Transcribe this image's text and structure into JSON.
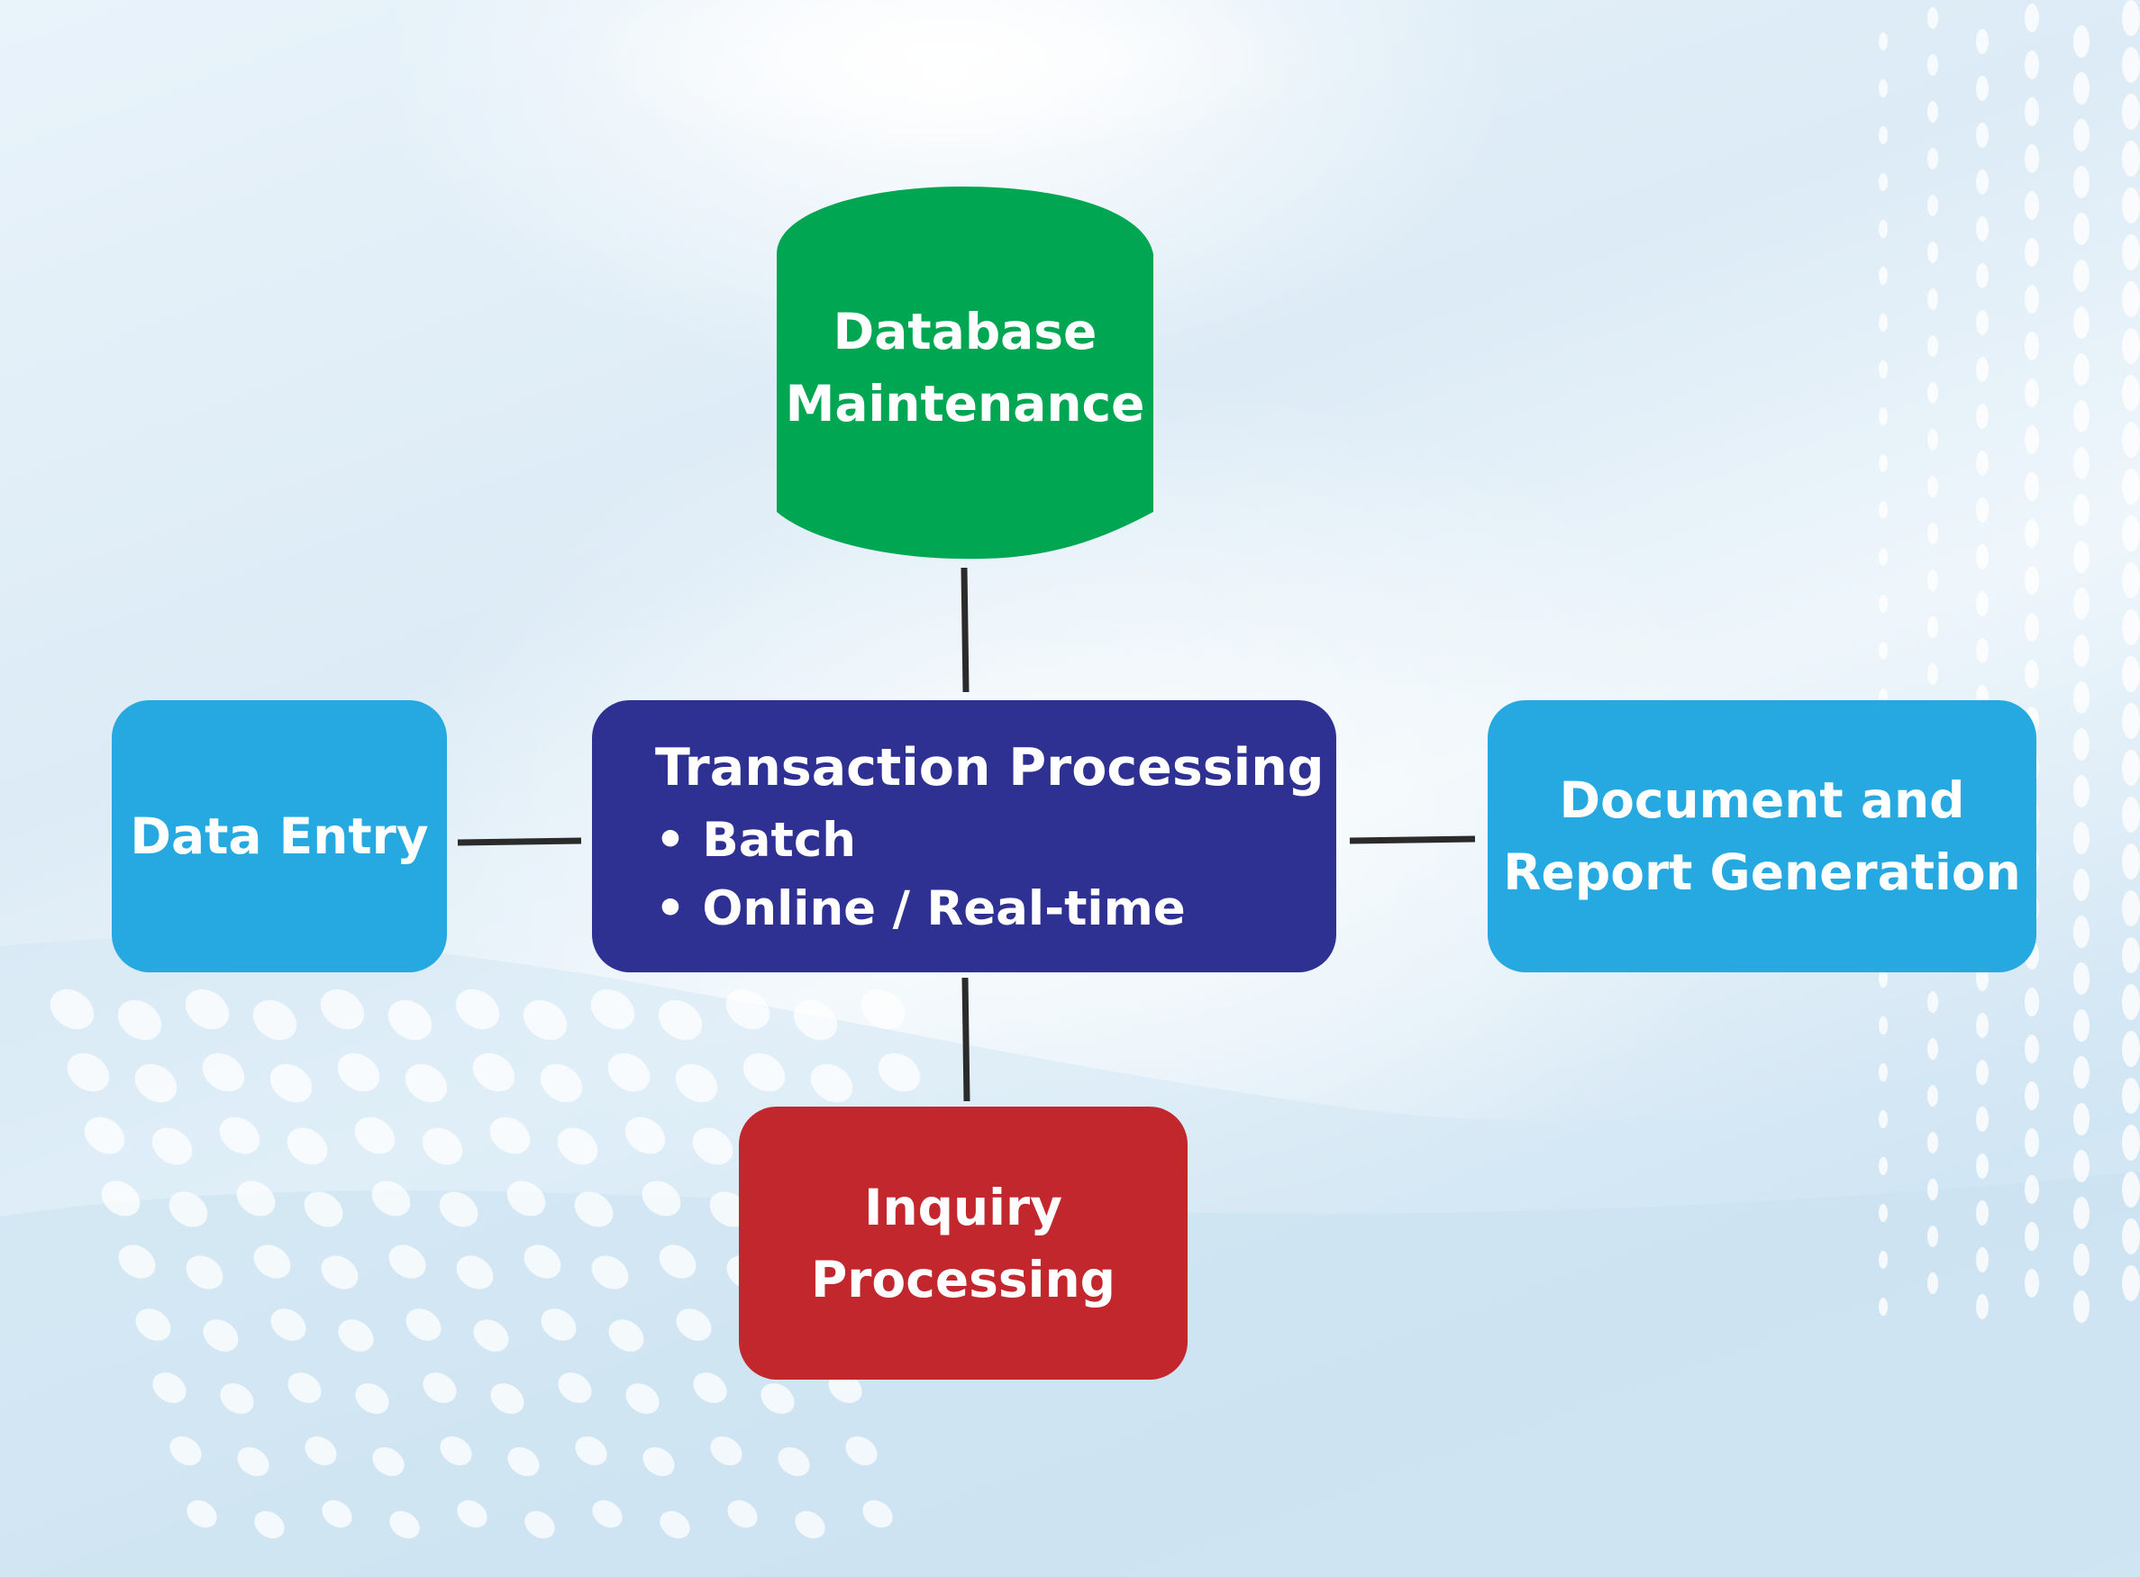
{
  "colors": {
    "database": "#00a651",
    "transaction": "#2e3192",
    "side_nodes": "#25a9e0",
    "inquiry": "#c1272d",
    "connector": "#2b2b2b"
  },
  "nodes": {
    "database": {
      "lines": [
        "Database",
        "Maintenance"
      ],
      "shape": "cylinder"
    },
    "transaction": {
      "title": "Transaction Processing",
      "bullets": [
        "• Batch",
        "• Online / Real-time"
      ]
    },
    "data_entry": {
      "lines": [
        "Data Entry"
      ]
    },
    "report": {
      "lines": [
        "Document and",
        "Report Generation"
      ]
    },
    "inquiry": {
      "lines": [
        "Inquiry",
        "Processing"
      ]
    }
  },
  "edges": [
    {
      "from": "database",
      "to": "transaction"
    },
    {
      "from": "data_entry",
      "to": "transaction"
    },
    {
      "from": "transaction",
      "to": "report"
    },
    {
      "from": "transaction",
      "to": "inquiry"
    }
  ]
}
